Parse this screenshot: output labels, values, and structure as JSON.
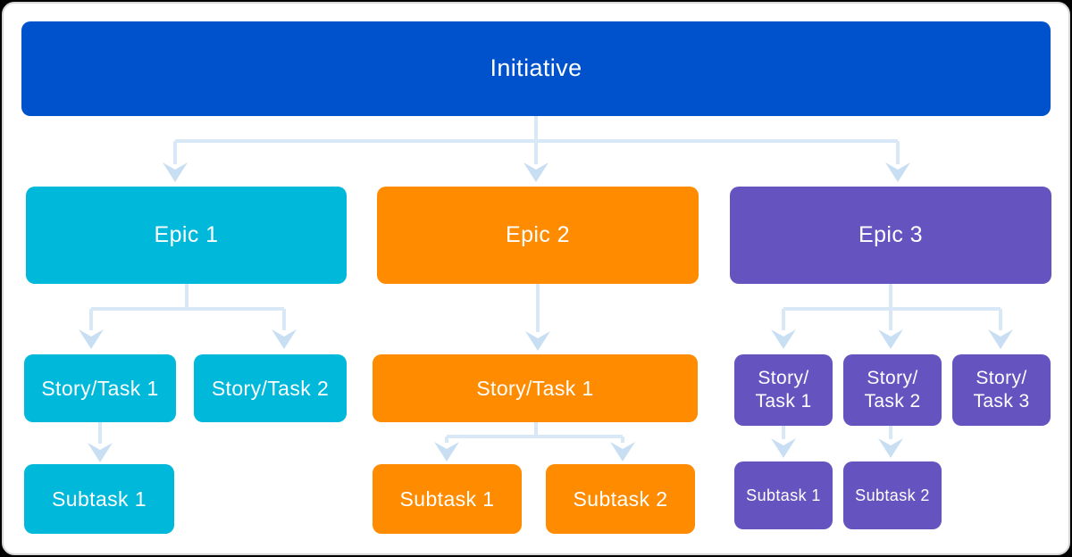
{
  "colors": {
    "initiative": "#0052CC",
    "epic1_branch": "#00B8D9",
    "epic2_branch": "#FF8B00",
    "epic3_branch": "#6554C0",
    "connector_line": "#D9E8F7",
    "connector_arrowhead": "#C8DEF3",
    "card_background": "#FFFFFF",
    "card_border": "#D7D7D7",
    "node_text": "#FFFFFF"
  },
  "diagram": {
    "initiative": {
      "label": "Initiative"
    },
    "epic1": {
      "label": "Epic 1",
      "story1": {
        "label": "Story/Task 1"
      },
      "story2": {
        "label": "Story/Task 2"
      },
      "subtask1": {
        "label": "Subtask 1"
      }
    },
    "epic2": {
      "label": "Epic 2",
      "story1": {
        "label": "Story/Task 1"
      },
      "subtask1": {
        "label": "Subtask 1"
      },
      "subtask2": {
        "label": "Subtask 2"
      }
    },
    "epic3": {
      "label": "Epic 3",
      "story1": {
        "line1": "Story/",
        "line2": "Task 1"
      },
      "story2": {
        "line1": "Story/",
        "line2": "Task 2"
      },
      "story3": {
        "line1": "Story/",
        "line2": "Task 3"
      },
      "subtask1": {
        "label": "Subtask 1"
      },
      "subtask2": {
        "label": "Subtask 2"
      }
    }
  }
}
